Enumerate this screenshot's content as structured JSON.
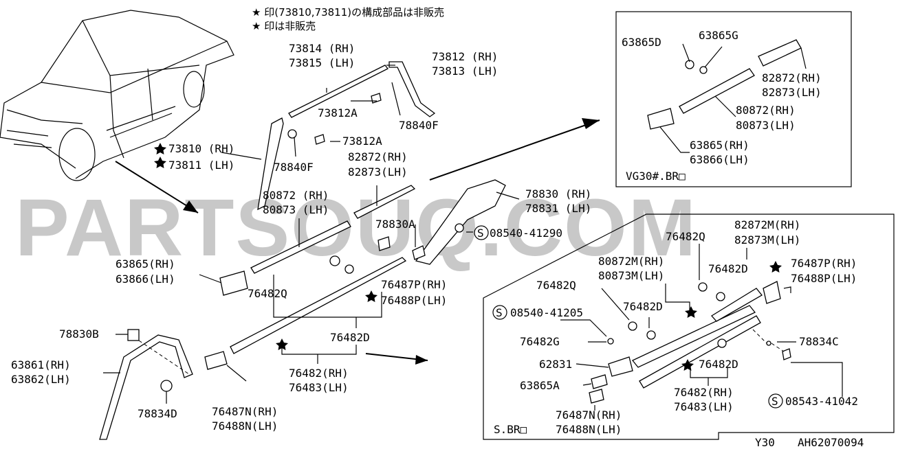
{
  "notes": {
    "line1": "★ 印(73810,73811)の構成部品は非販売",
    "line2": "★ 印は非販売"
  },
  "watermark": "PARTSOUQ.COM",
  "labels": {
    "p73814": "73814 (RH)",
    "p73815": "73815 (LH)",
    "p73812": "73812 (RH)",
    "p73813": "73813 (LH)",
    "p73812a_top": "73812A",
    "p78840f_top": "78840F",
    "p73812a_mid": "73812A",
    "p73810": "73810 (RH)",
    "p73811": "73811 (LH)",
    "p78840f_mid": "78840F",
    "p82872": "82872(RH)",
    "p82873": "82873(LH)",
    "p80872": "80872 (RH)",
    "p80873": "80873 (LH)",
    "p78830": "78830 (RH)",
    "p78831": "78831 (LH)",
    "p78830a": "78830A",
    "p08540_41290": "08540-41290",
    "p63865": "63865(RH)",
    "p63866": "63866(LH)",
    "p76482q": "76482Q",
    "p76487p": "76487P(RH)",
    "p76488p": "76488P(LH)",
    "p76482d": "76482D",
    "p76482": "76482(RH)",
    "p76483": "76483(LH)",
    "p78830b": "78830B",
    "p63861": "63861(RH)",
    "p63862": "63862(LH)",
    "p78834d": "78834D",
    "p76487n": "76487N(RH)",
    "p76488n": "76488N(LH)"
  },
  "vg_box": {
    "p63865d": "63865D",
    "p63865g": "63865G",
    "p82872": "82872(RH)",
    "p82873": "82873(LH)",
    "p80872": "80872(RH)",
    "p80873": "80873(LH)",
    "p63865": "63865(RH)",
    "p63866": "63866(LH)",
    "caption": "VG30#.BR□"
  },
  "sbr_box": {
    "p82872m": "82872M(RH)",
    "p82873m": "82873M(LH)",
    "p76482q_a": "76482Q",
    "p80872m": "80872M(RH)",
    "p80873m": "80873M(LH)",
    "p76482d_a": "76482D",
    "p76487p": "76487P(RH)",
    "p76488p": "76488P(LH)",
    "p76482q_b": "76482Q",
    "p76482d_b": "76482D",
    "p08540_41205": "08540-41205",
    "p76482g": "76482G",
    "p78834c": "78834C",
    "p62831": "62831",
    "p76482d_c": "76482D",
    "p63865a": "63865A",
    "p76482": "76482(RH)",
    "p76483": "76483(LH)",
    "p08543_41042": "08543-41042",
    "p76487n": "76487N(RH)",
    "p76488n": "76488N(LH)",
    "caption": "S.BR□"
  },
  "footer": {
    "model": "Y30",
    "code": "AH62070094"
  },
  "colors": {
    "line": "#000000",
    "watermark": "#c8c8c8",
    "background": "#ffffff"
  }
}
